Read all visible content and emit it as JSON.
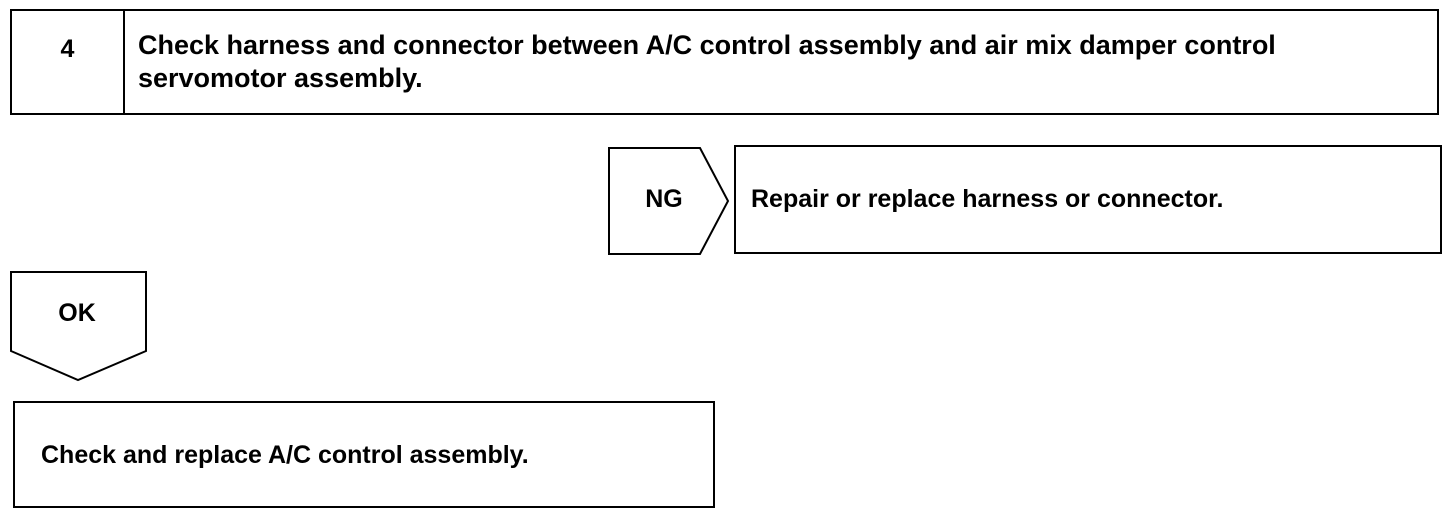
{
  "step": {
    "number": "4",
    "title": "Check harness and connector between A/C control assembly and air mix damper control servomotor assembly."
  },
  "ng_branch": {
    "label": "NG",
    "result": "Repair or replace harness or connector."
  },
  "ok_branch": {
    "label": "OK",
    "result": "Check and replace A/C control assembly."
  }
}
